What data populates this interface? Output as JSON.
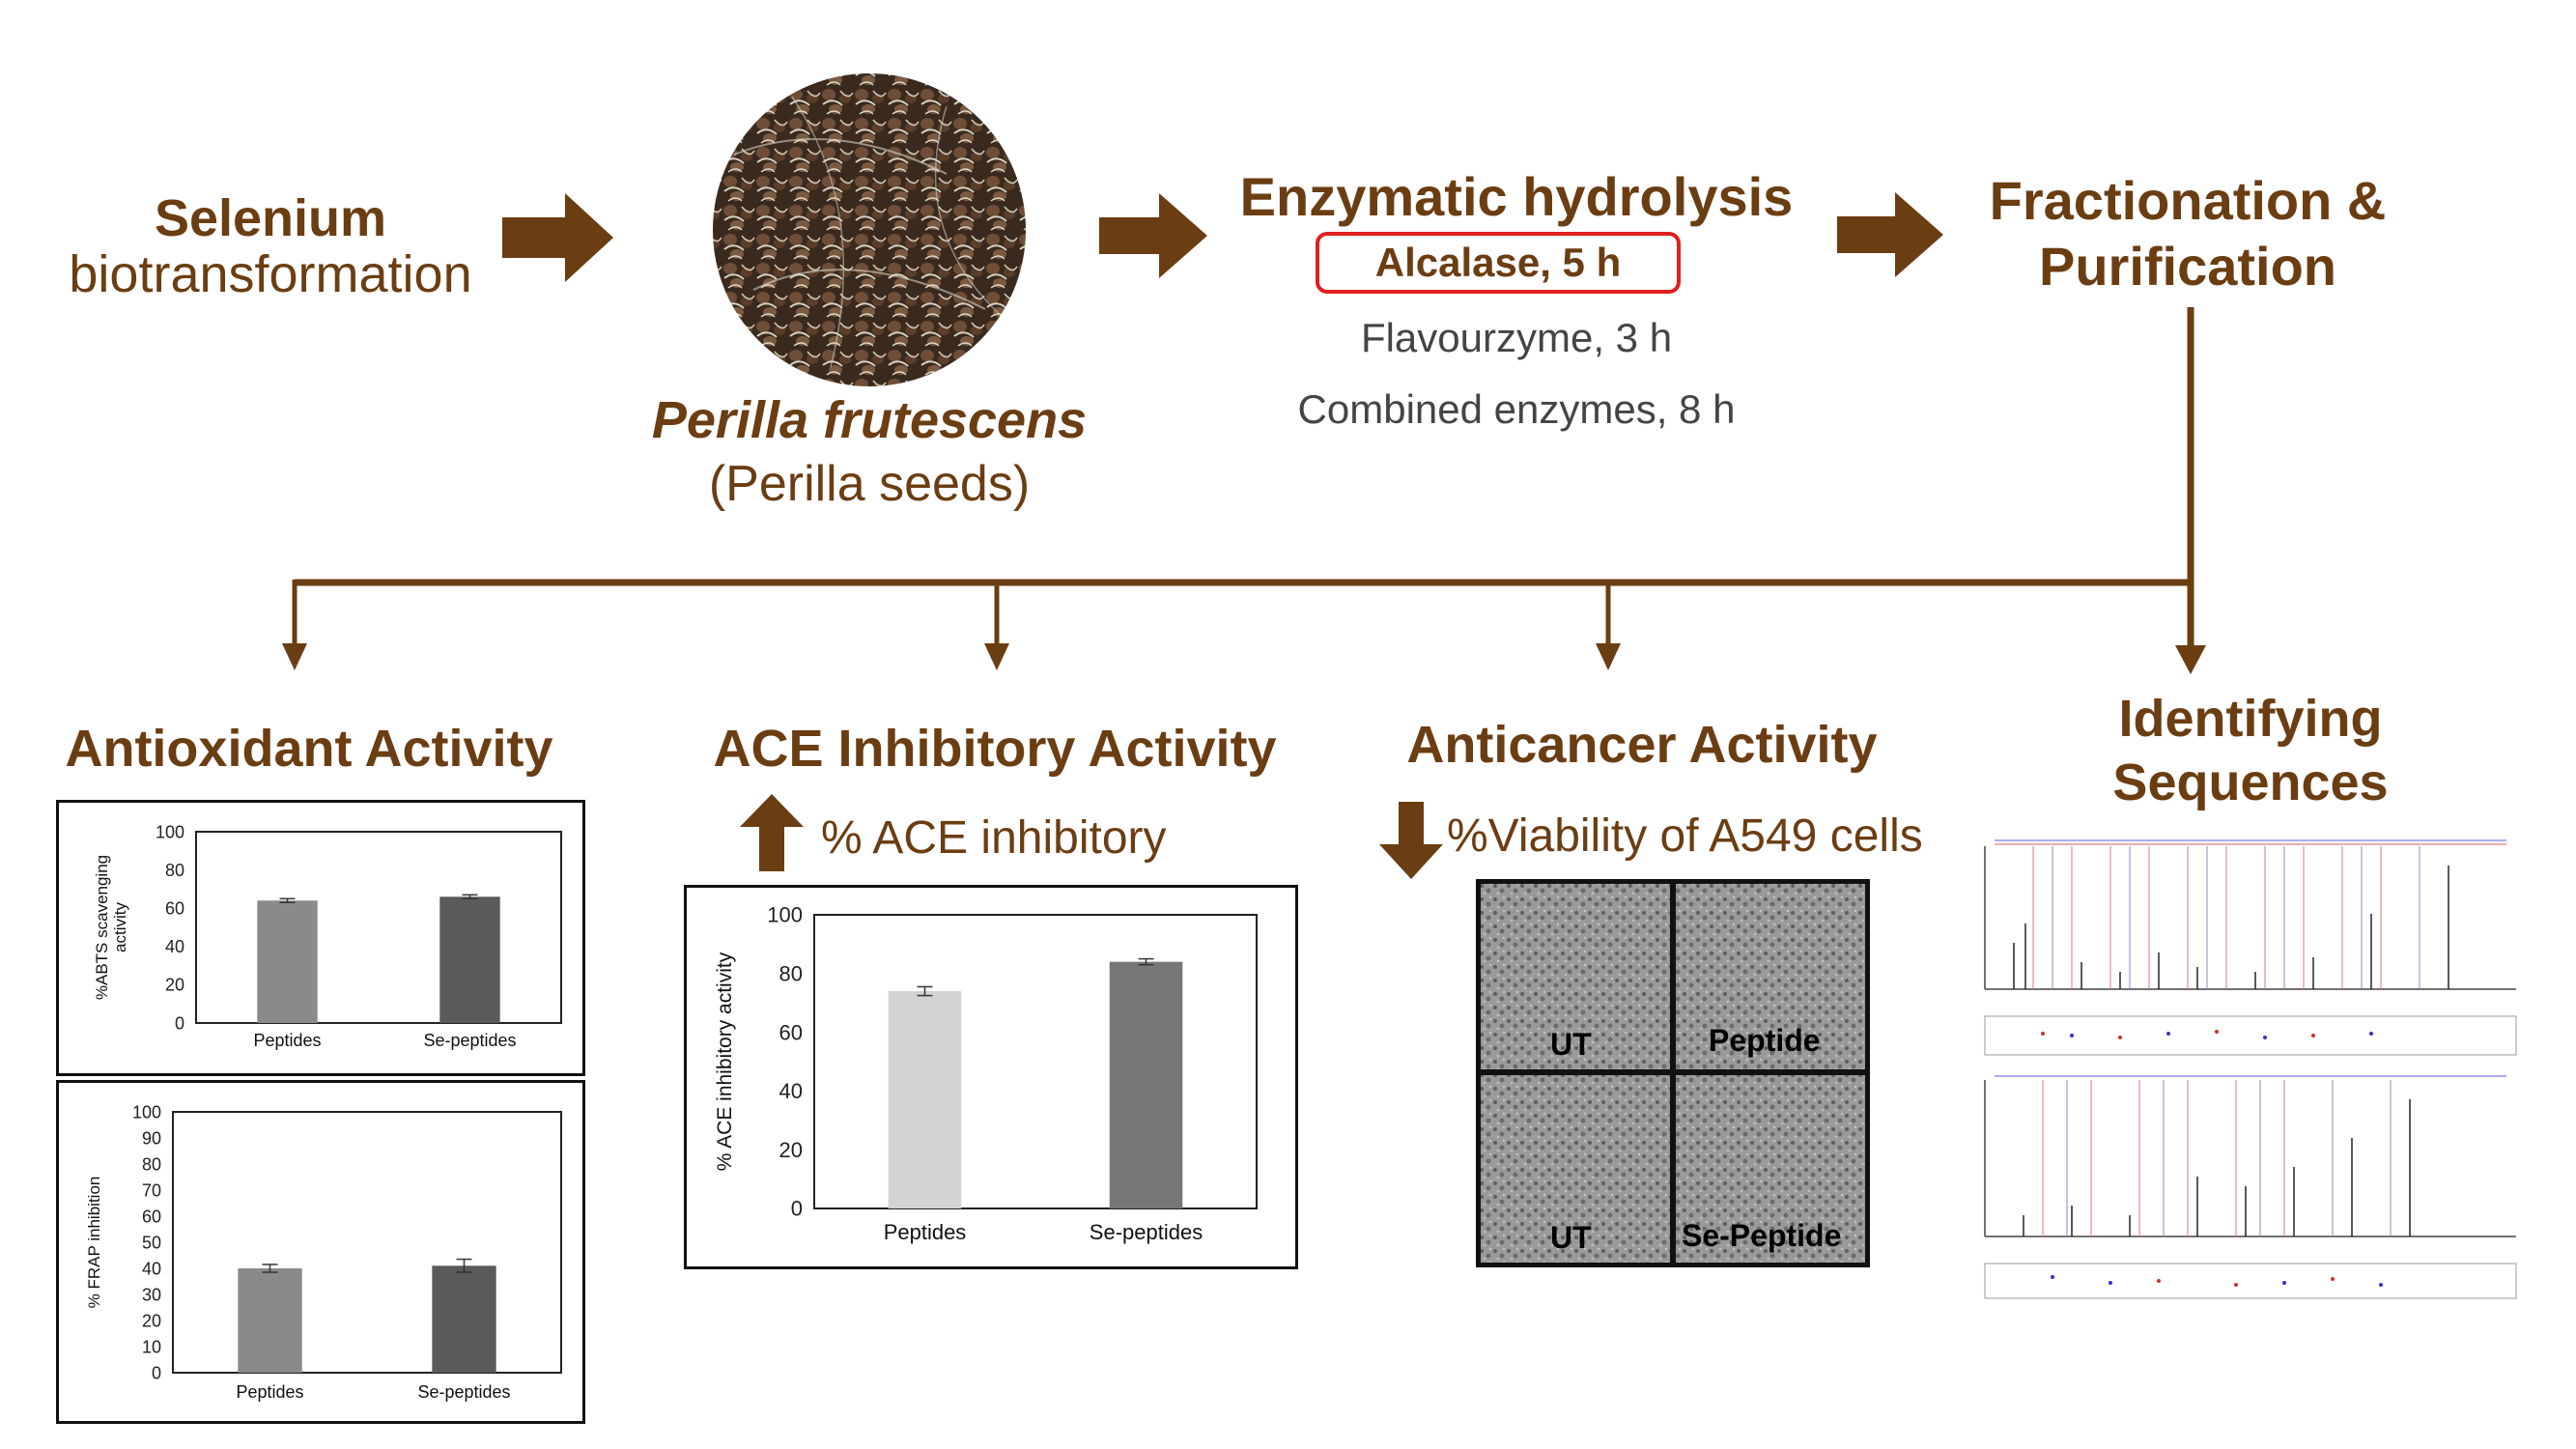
{
  "flow": {
    "step1_line1": "Selenium",
    "step1_line2": "biotransformation",
    "seeds_italic": "Perilla frutescens",
    "seeds_sub": "(Perilla seeds)",
    "hydrolysis_title": "Enzymatic hydrolysis",
    "enzyme_selected": "Alcalase, 5 h",
    "enzyme_2": "Flavourzyme, 3 h",
    "enzyme_3": "Combined enzymes, 8 h",
    "fraction_line1": "Fractionation &",
    "fraction_line2": "Purification"
  },
  "activities": {
    "antioxidant": "Antioxidant Activity",
    "ace": "ACE Inhibitory Activity",
    "ace_sub": "% ACE inhibitory",
    "anticancer": "Anticancer Activity",
    "anticancer_sub": "%Viability of A549 cells",
    "identify_line1": "Identifying",
    "identify_line2": "Sequences"
  },
  "microscopy": {
    "labels": [
      "UT",
      "Peptide",
      "UT",
      "Se-Peptide"
    ]
  },
  "colors": {
    "brown": "#6b3d12",
    "highlight_border": "#e01f1f",
    "bar_light": "#d3d3d3",
    "bar_mid": "#8a8a8a",
    "bar_dark": "#5a5a5a"
  },
  "chart_data": [
    {
      "type": "bar",
      "id": "abts",
      "categories": [
        "Peptides",
        "Se-peptides"
      ],
      "values": [
        64,
        66
      ],
      "errors": [
        1,
        1
      ],
      "ylabel": "%ABTS scavenging activity",
      "ylabel_lines": [
        "%ABTS scavenging",
        "activity"
      ],
      "ylim": [
        0,
        100
      ],
      "yticks": [
        0,
        20,
        40,
        60,
        80,
        100
      ],
      "bar_colors": [
        "#8a8a8a",
        "#5a5a5a"
      ]
    },
    {
      "type": "bar",
      "id": "frap",
      "categories": [
        "Peptides",
        "Se-peptides"
      ],
      "values": [
        40,
        41
      ],
      "errors": [
        1.5,
        2.5
      ],
      "ylabel": "% FRAP inhibition",
      "ylim": [
        0,
        100
      ],
      "yticks": [
        0,
        10,
        20,
        30,
        40,
        50,
        60,
        70,
        80,
        90,
        100
      ],
      "bar_colors": [
        "#8a8a8a",
        "#5a5a5a"
      ]
    },
    {
      "type": "bar",
      "id": "ace",
      "categories": [
        "Peptides",
        "Se-peptides"
      ],
      "values": [
        74,
        84
      ],
      "errors": [
        1.5,
        1
      ],
      "ylabel": "% ACE inhibitory activity",
      "ylim": [
        0,
        100
      ],
      "yticks": [
        0,
        20,
        40,
        60,
        80,
        100
      ],
      "bar_colors": [
        "#d3d3d3",
        "#777777"
      ]
    }
  ]
}
